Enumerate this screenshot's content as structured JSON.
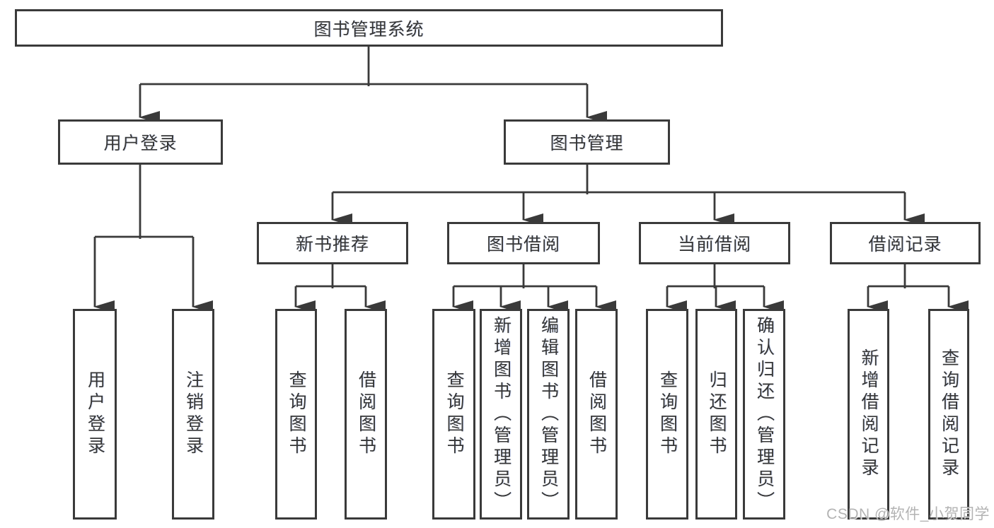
{
  "diagram": {
    "root": "图书管理系统",
    "level2": {
      "user_login": "用户登录",
      "book_management": "图书管理"
    },
    "level3": {
      "new_book_recommendation": "新书推荐",
      "book_borrowing": "图书借阅",
      "current_borrowing": "当前借阅",
      "borrowing_records": "借阅记录"
    },
    "leaves": {
      "user": [
        "用户登录",
        "注销登录"
      ],
      "recommendation": [
        "查询图书",
        "借阅图书"
      ],
      "borrowing": [
        "查询图书",
        "新增图书（管理员）",
        "编辑图书（管理员）",
        "借阅图书"
      ],
      "current": [
        "查询图书",
        "归还图书",
        "确认归还（管理员）"
      ],
      "records": [
        "新增借阅记录",
        "查询借阅记录"
      ]
    }
  },
  "watermark": "CSDN @软件_小贺同学",
  "colors": {
    "line": "#3a3a3a",
    "text": "#363636",
    "background": "#ffffff",
    "watermark_text": "#9e9e9e"
  }
}
